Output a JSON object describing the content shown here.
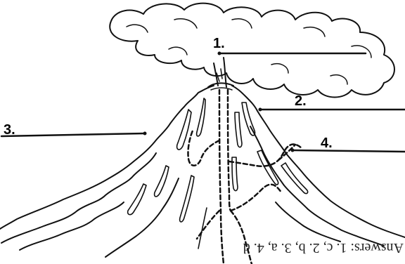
{
  "labels": {
    "one": "1.",
    "two": "2.",
    "three": "3.",
    "four": "4."
  },
  "answer_key": "Answers: 1. c, 2. b, 3. a, 4. d"
}
